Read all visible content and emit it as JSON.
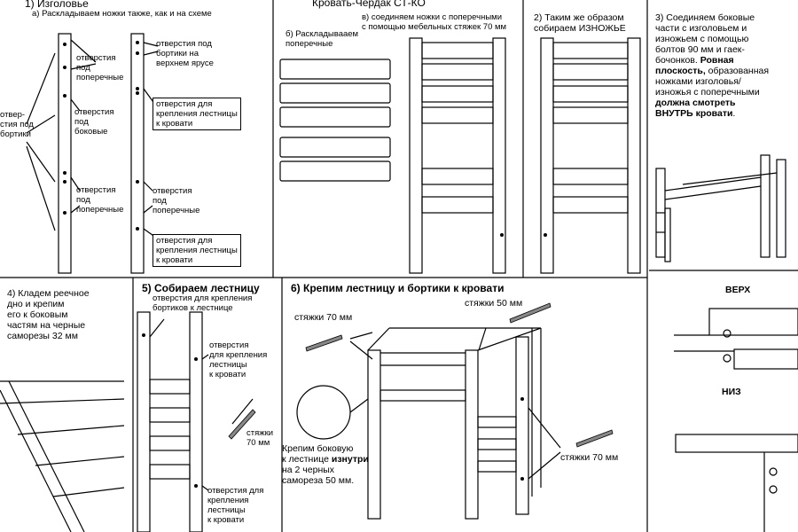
{
  "title": "Кровать-Чердак СТ-КО",
  "step1": {
    "heading": "1) Изголовье",
    "subheading": "а) Раскладываем ножки также, как и на схеме",
    "label_holes_cross1": "отверстия\nпод\nпоперечные",
    "label_holes_side_rails": "отвер-\nстия под\nбортики",
    "label_holes_side": "отверстия\nпод\nбоковые",
    "label_holes_cross2": "отверстия\nпод\nпоперечные",
    "label_top_rails": "отверстия под\nбортики на\nверхнем ярусе",
    "label_ladder1": "отверстия для\nкрепления лестницы\nк кровати",
    "label_holes_cross3": "отверстия\nпод\nпоперечные",
    "label_ladder2": "отверстия для\nкрепления лестницы\nк кровати"
  },
  "step_b": {
    "text": "б) Раскладывааем\nпоперечные"
  },
  "step_v": {
    "text": "в) соединяем ножки с поперечными\nс помощью мебельных стяжек 70 мм"
  },
  "step2": {
    "text": "2) Таким же образом\nсобираем ИЗНОЖЬЕ"
  },
  "step3": {
    "line1": "3) Соединяем боковые\nчасти с изголовьем и\nизножьем с помощью\nболтов 90 мм и гаек-\nбочонков.",
    "bold1": "Ровная\nплоскость,",
    "line2": "образованная\nножками изголовья/\nизножья с поперечными",
    "bold2": "должна смотреть\nВНУТРЬ кровати",
    "end": "."
  },
  "top_label": "ВЕРХ",
  "bottom_label": "НИЗ",
  "step4": {
    "text": "4) Кладем реечное\nдно и крепим\nего к боковым\nчастям  на черные\nсаморезы 32 мм"
  },
  "step5": {
    "heading": "5) Собираем лестницу",
    "holes_rails": "отверстия для крепления\nбортиков к лестнице",
    "holes_ladder1": "отверстия\nдля крепления\nлестницы\nк кровати",
    "screw_label": "стяжки\n70 мм",
    "holes_ladder2": "отверстия для\nкрепления\nлестницы\nк кровати"
  },
  "step6": {
    "heading": "6) Крепим лестницу и бортики к кровати",
    "screw50": "стяжки 50 мм",
    "screw70a": "стяжки 70 мм",
    "screw70b": "стяжки 70 мм",
    "fix_pre": "Крепим боковую\nк лестнице",
    "fix_bold": "изнутри",
    "fix_post": "на  2 черных\nсамореза 50 мм."
  }
}
